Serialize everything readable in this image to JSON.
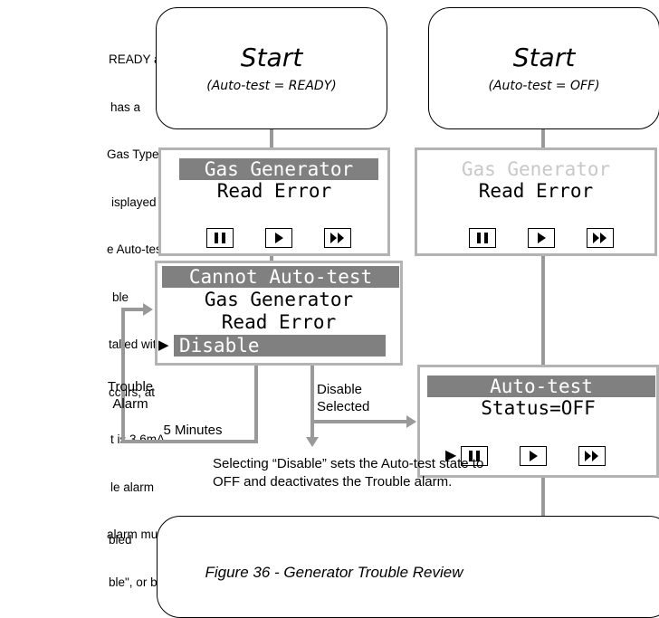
{
  "left_text": {
    "lines": [
      "READY and",
      "has a",
      "Gas Type, or",
      "isplayed",
      "e Auto-test.",
      "ble",
      "talled within",
      "ccurs, at",
      "t is 3.6mA",
      "le alarm",
      "alarm must",
      "ble\", or by"
    ],
    "bottom_fragment": "bled"
  },
  "start_left": {
    "title": "Start",
    "subtitle": "(Auto-test = READY)"
  },
  "start_right": {
    "title": "Start",
    "subtitle": "(Auto-test = OFF)"
  },
  "screen1": {
    "line1": "Gas Generator",
    "line2": "Read Error"
  },
  "screen2": {
    "line1": "Gas Generator",
    "line2": "Read Error"
  },
  "screen3": {
    "line1": "Cannot Auto-test",
    "line2": "Gas Generator",
    "line3": "Read Error",
    "line4": "Disable",
    "pointer": "▶"
  },
  "screen4": {
    "line1": "Auto-test",
    "line2": "Status=OFF",
    "pointer": "▶"
  },
  "labels": {
    "trouble_alarm": "Trouble\nAlarm",
    "five_minutes": "5 Minutes",
    "disable_selected": "Disable\nSelected",
    "note": "Selecting “Disable” sets the Auto-test state to\nOFF and deactivates the Trouble alarm."
  },
  "figure": {
    "caption": "Figure 36 - Generator Trouble Review"
  },
  "icons": {
    "pause": "pause-icon",
    "play": "play-icon",
    "fast_forward": "fast-forward-icon"
  },
  "colors": {
    "connector": "#999999",
    "screen_border": "#b3b3b3",
    "highlight": "#808080"
  }
}
